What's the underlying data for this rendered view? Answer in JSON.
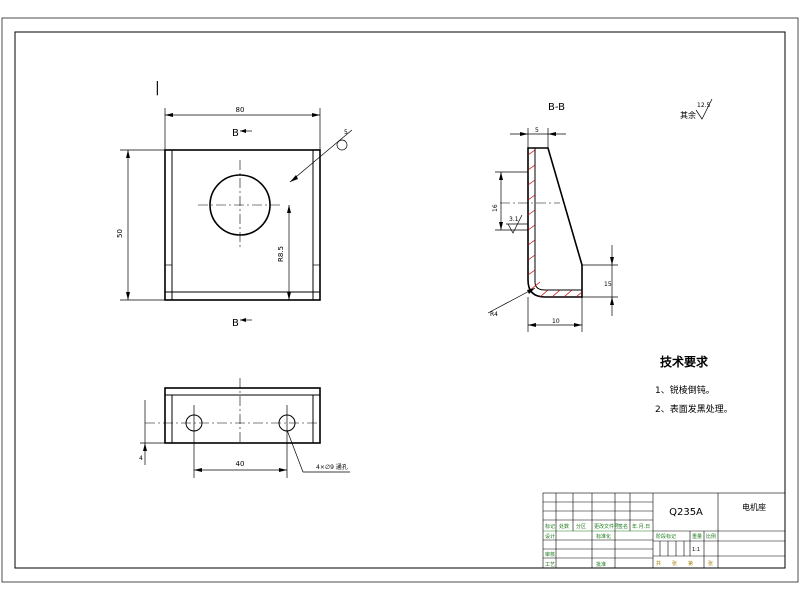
{
  "views": {
    "top": {
      "width_dim": "80",
      "height_dim": "50",
      "hole_dim": "R8.5",
      "weld_dim": "5",
      "section_label": "B",
      "small_mark": "|"
    },
    "front": {
      "spacing_dim": "40",
      "thickness_dim": "4",
      "holes_note": "4×∅9 通孔"
    },
    "section": {
      "title": "B-B",
      "top_dim": "5",
      "hole_height_dim": "16",
      "bend_dim": "3.1",
      "foot_dim": "10",
      "radius_dim": "R4",
      "right_dim": "15"
    }
  },
  "surface_finish": {
    "prefix": "其余",
    "value": "12.5"
  },
  "tech_req": {
    "title": "技术要求",
    "items": [
      "1、锐棱倒钝。",
      "2、表面发黑处理。"
    ]
  },
  "title_block": {
    "material": "Q235A",
    "part_name": "电机座",
    "header_cells": [
      "标记",
      "处数",
      "分区",
      "更改文件号",
      "签名",
      "年.月.日"
    ],
    "row_labels": [
      "设计",
      "审核",
      "工艺"
    ],
    "mid_labels": [
      "标准化",
      "批准"
    ],
    "stage_labels": [
      "阶段标记",
      "重量",
      "比例"
    ],
    "scale": "1:1",
    "sheet_labels": [
      "共",
      "张",
      "第",
      "张"
    ]
  }
}
